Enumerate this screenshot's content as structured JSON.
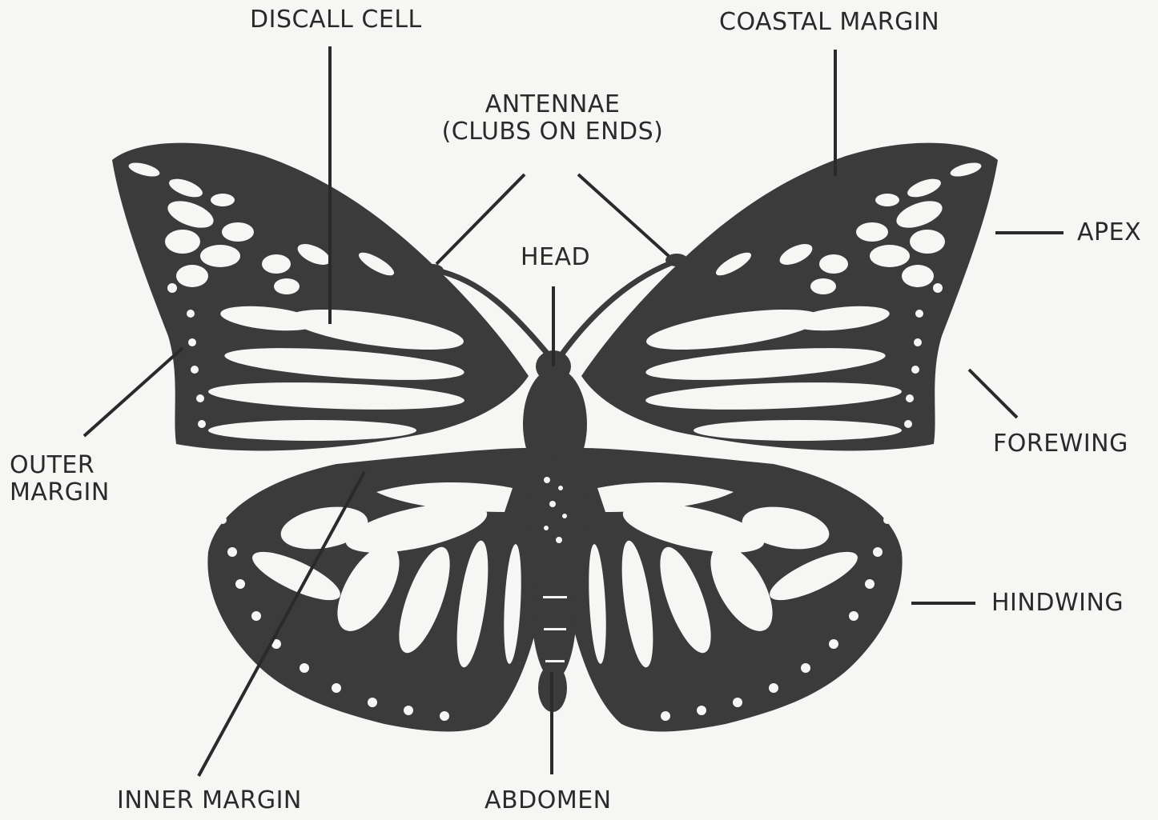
{
  "labels": {
    "discal_cell": "DISCALL CELL",
    "coastal_margin": "COASTAL MARGIN",
    "antennae_line1": "ANTENNAE",
    "antennae_line2": "(CLUBS ON ENDS)",
    "head": "HEAD",
    "apex": "APEX",
    "forewing": "FOREWING",
    "outer_margin_line1": "OUTER",
    "outer_margin_line2": "MARGIN",
    "hindwing": "HINDWING",
    "inner_margin": "INNER MARGIN",
    "abdomen": "ABDOMEN"
  },
  "colors": {
    "butterfly": "#3b3b3b",
    "leader_line": "#2a2a2a",
    "paper": "#f6f6f4"
  }
}
